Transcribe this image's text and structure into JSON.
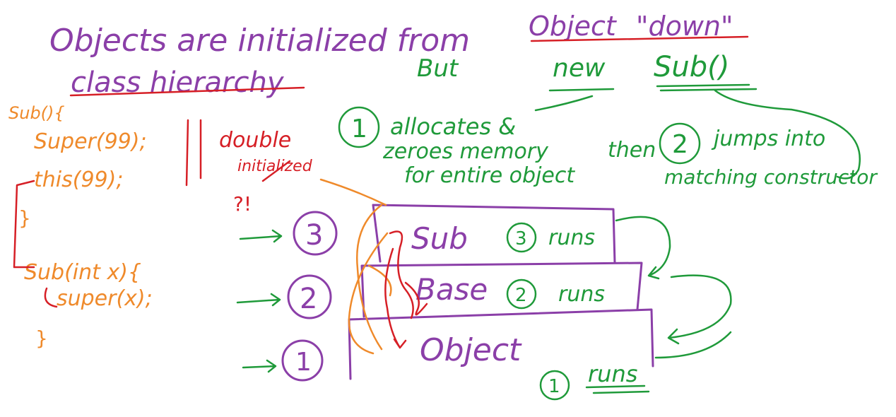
{
  "title": {
    "line1": "Objects are initialized from",
    "emph1": "Object",
    "emph2": "\"down\"",
    "line2": "class hierarchy"
  },
  "but": {
    "word": "But",
    "new_kw": "new",
    "sub_call": "Sub()"
  },
  "steps": {
    "step1_num": "1",
    "step1_line1": "allocates &",
    "step1_line2": "zeroes memory",
    "step1_line3": "for entire object",
    "then": "then",
    "step2_num": "2",
    "step2_line1": "jumps into",
    "step2_line2": "matching constructor"
  },
  "code": {
    "l1": "Sub(){",
    "l2": "Super(99);",
    "l3": "this(99);",
    "l4": "}",
    "l5": "Sub(int x){",
    "l6": "super(x);",
    "l7": "}"
  },
  "note": {
    "line1": "double",
    "line2": "initialized",
    "qmark": "?!"
  },
  "layers": {
    "sub": {
      "num": "3",
      "label": "Sub",
      "runs_num": "3",
      "runs": "runs"
    },
    "base": {
      "num": "2",
      "label": "Base",
      "runs_num": "2",
      "runs": "runs"
    },
    "object": {
      "num": "1",
      "label": "Object",
      "runs_num": "1",
      "runs": "runs"
    }
  },
  "colors": {
    "purple": "#8b3fa8",
    "green": "#1f9a3a",
    "orange": "#ef8a2b",
    "red": "#d61f26"
  }
}
